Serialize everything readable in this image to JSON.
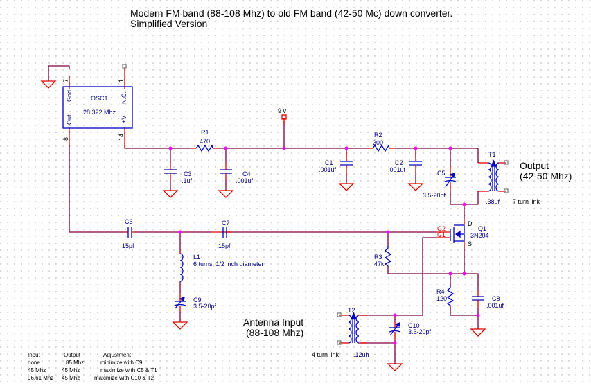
{
  "title": {
    "line1": "Modern FM band (88-108 Mhz) to old FM band (42-50 Mc) down converter.",
    "line2": "Simplified Version"
  },
  "colors": {
    "wire": "#800040",
    "pin_lead": "#e00000",
    "component": "#0000c0",
    "junction": "#ff00ff",
    "ground": "#e00000",
    "terminal": "#808080",
    "label": "#000080"
  },
  "osc1": {
    "ref": "OSC1",
    "value": "28.322 Mhz",
    "pins": {
      "gnd": "Gnd",
      "nc": "N.C.",
      "out": "Out",
      "vplus": "+V"
    },
    "pin_numbers": {
      "gnd": "7",
      "nc": "1",
      "out": "8",
      "vplus": "14"
    }
  },
  "supply": {
    "label": "9 v"
  },
  "components": {
    "R1": {
      "ref": "R1",
      "value": "470"
    },
    "R2": {
      "ref": "R2",
      "value": "300"
    },
    "R3": {
      "ref": "R3",
      "value": "47k"
    },
    "R4": {
      "ref": "R4",
      "value": "120"
    },
    "C1": {
      "ref": "C1",
      "value": ".001uf"
    },
    "C2": {
      "ref": "C2",
      "value": ".001uf"
    },
    "C3": {
      "ref": "C3",
      "value": ".1uf"
    },
    "C4": {
      "ref": "C4",
      "value": ".001uf"
    },
    "C5": {
      "ref": "C5",
      "value": "3.5-20pf"
    },
    "C6": {
      "ref": "C6",
      "value": "15pf"
    },
    "C7": {
      "ref": "C7",
      "value": "15pf"
    },
    "C8": {
      "ref": "C8",
      "value": ".001uf"
    },
    "C9": {
      "ref": "C9",
      "value": "3.5-20pf"
    },
    "C10": {
      "ref": "C10",
      "value": "3.5-20pf"
    },
    "L1": {
      "ref": "L1",
      "value": "6 turns, 1/2 inch diameter"
    },
    "T1": {
      "ref": "T1",
      "value": ".38uf",
      "note": "7 turn link"
    },
    "T2": {
      "ref": "T2",
      "value": ".12uh",
      "note": "4 turn link"
    },
    "Q1": {
      "ref": "Q1",
      "value": "3N204",
      "pins": {
        "d": "D",
        "s": "S",
        "g1": "G1",
        "g2": "G2"
      }
    }
  },
  "output_label": {
    "line1": "Output",
    "line2": "(42-50 Mhz)"
  },
  "input_label": {
    "line1": "Antenna Input",
    "line2": "(88-108 Mhz)"
  },
  "adjust_table": {
    "headers": [
      "Input",
      "Output",
      "Adjustment"
    ],
    "rows": [
      [
        "none",
        "85 Mhz",
        "minimize with C9"
      ],
      [
        "45 Mhz",
        "45 Mhz",
        "maximize with C5 & T1"
      ],
      [
        "96.61 Mhz",
        "45 Mhz",
        "maximize with C10 & T2"
      ]
    ]
  }
}
